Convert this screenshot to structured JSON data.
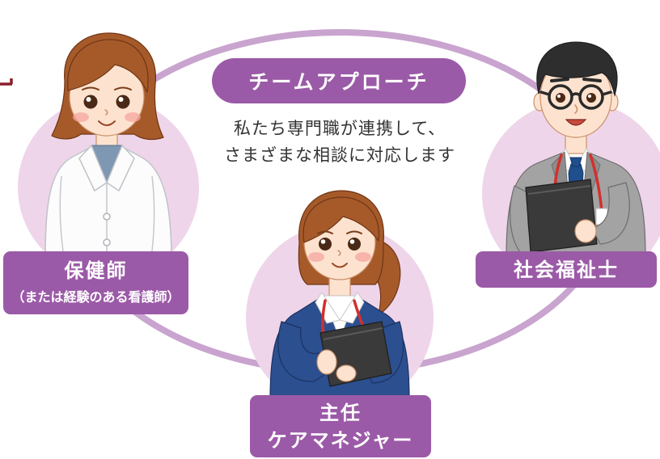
{
  "diagram": {
    "center_title": "チームアプローチ",
    "message_lines": [
      "私たち専門職が連携して、",
      "さまざまな相談に対応します"
    ]
  },
  "roles": {
    "public_health_nurse": {
      "title": "保健師",
      "note": "（または経験のある看護師）"
    },
    "social_worker": {
      "title": "社会福祉士"
    },
    "care_manager": {
      "title_lines": [
        "主任",
        "ケアマネジャー"
      ]
    }
  },
  "colors": {
    "accent": "#9b5aa7",
    "ring": "#c9a4cf",
    "backdrop": "#efd5e9",
    "text": "#333333",
    "edge_mark": "#8b1f2a"
  }
}
